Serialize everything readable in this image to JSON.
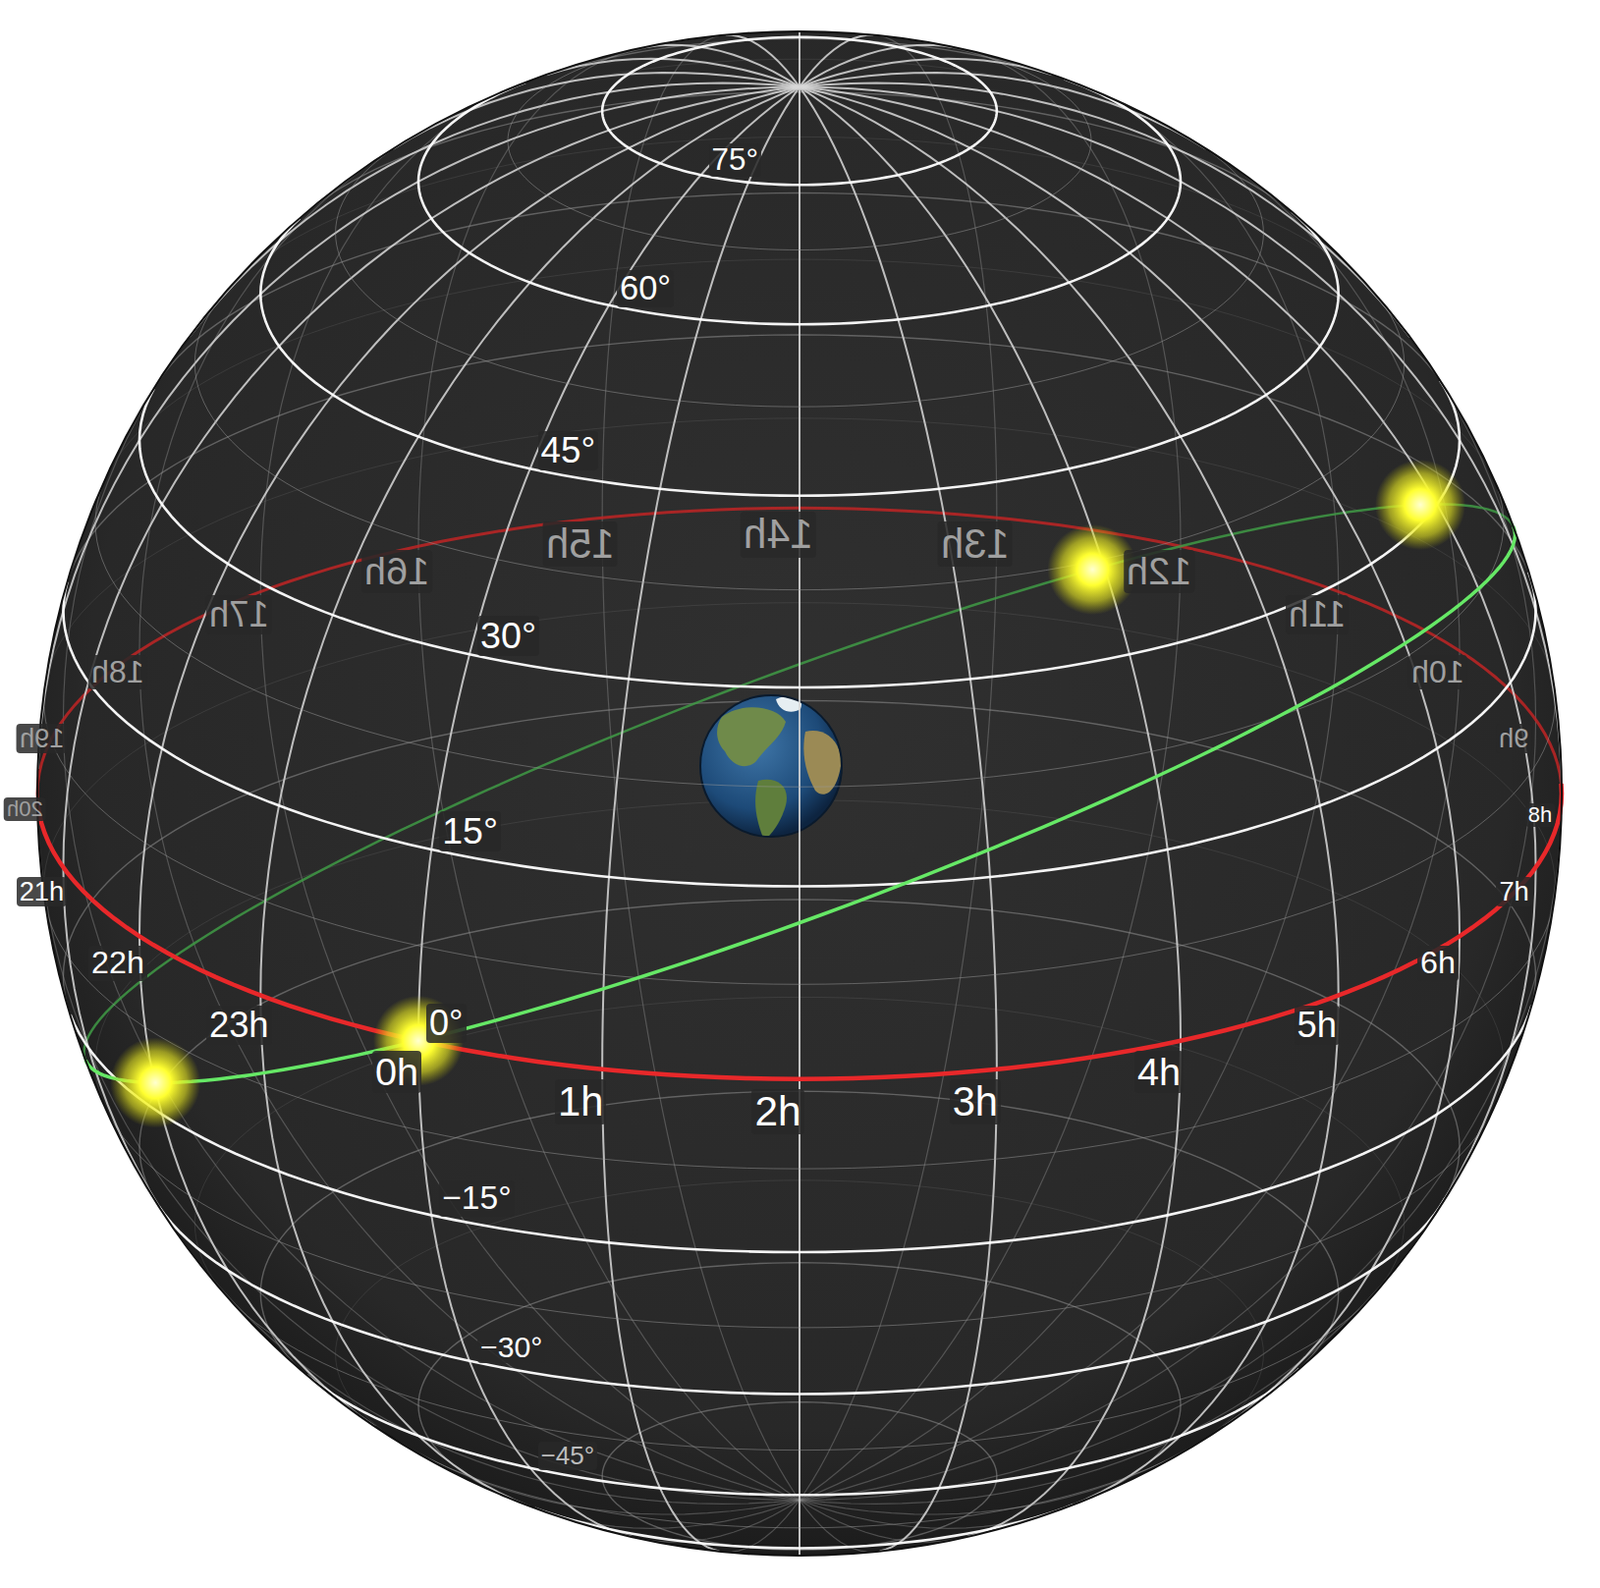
{
  "diagram": {
    "labels": [
      "75°",
      "60°",
      "45°",
      "30°",
      "15°",
      "0°",
      "−15°",
      "−30°",
      "−45°",
      "0h",
      "1h",
      "2h",
      "3h",
      "4h",
      "5h",
      "6h",
      "7h",
      "8h",
      "9h",
      "10h",
      "11h",
      "12h",
      "13h",
      "14h",
      "15h",
      "16h",
      "17h",
      "18h",
      "19h",
      "20h",
      "21h",
      "22h",
      "23h"
    ]
  }
}
